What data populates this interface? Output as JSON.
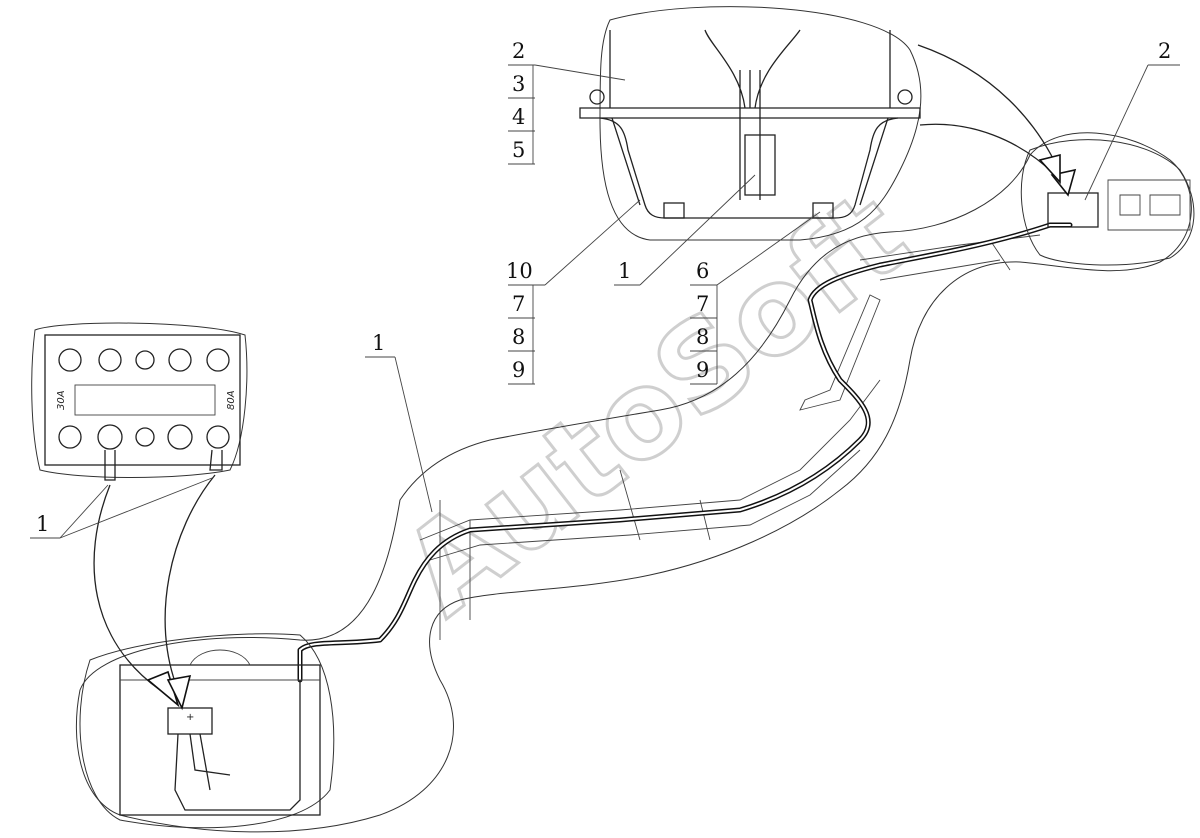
{
  "callouts": {
    "top_left_stack": [
      "2",
      "3",
      "4",
      "5"
    ],
    "top_mid_stack": [
      "10",
      "7",
      "8",
      "9"
    ],
    "top_mid_single": "1",
    "top_right_stack": [
      "6",
      "7",
      "8",
      "9"
    ],
    "right_label": "2",
    "left_label": "1",
    "center_label": "1"
  },
  "fuse_block": {
    "left_rating": "30A",
    "right_rating": "80A"
  },
  "watermark": "AutoSoft"
}
